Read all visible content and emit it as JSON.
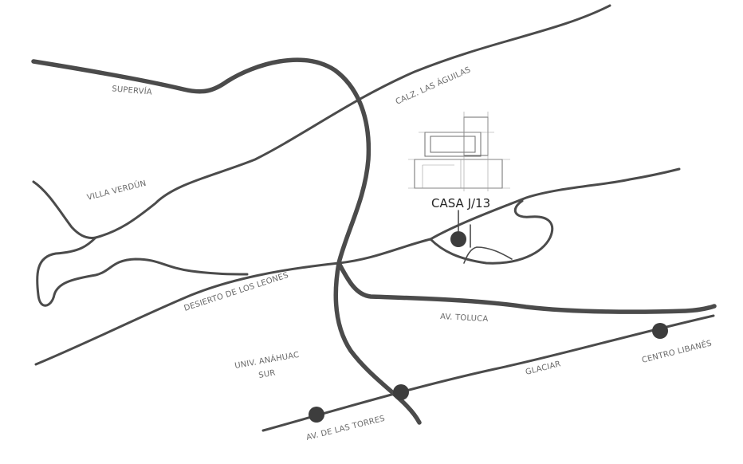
{
  "labels": {
    "supervia": "SUPERVÍA",
    "calz_aguilas": "CALZ. LAS ÁGUILAS",
    "villa_verdun": "VILLA VERDÚN",
    "desierto": "DESIERTO DE LOS LEONES",
    "av_toluca": "AV. TOLUCA",
    "univ_line1": "UNIV. ANÁHUAC",
    "univ_line2": "SUR",
    "glaciar": "GLACIAR",
    "centro_libanes": "CENTRO LIBANÉS",
    "av_torres": "AV. DE LAS TORRES"
  },
  "location": {
    "name": "CASA J/13"
  },
  "colors": {
    "road": "#4b4b4b",
    "marker": "#3d3d3d",
    "label": "#6a6a6a"
  },
  "icons": {
    "location_marker": "location-pin-icon",
    "building_sketch": "building-sketch-icon",
    "transit_stop": "transit-stop-icon"
  }
}
